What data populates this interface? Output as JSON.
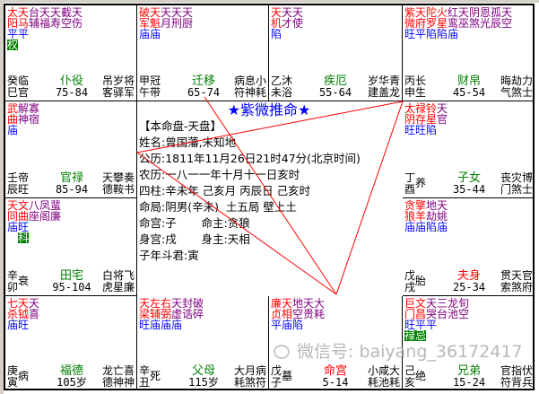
{
  "colors": {
    "main_star": "#ff0000",
    "minor_star": "#800080",
    "brightness": "#0000ff",
    "palace_name": "#008000",
    "palace_name_special": "#ff0000",
    "sihua_bg": "#008000",
    "lines": "#ff0000",
    "title": "#0000ff"
  },
  "palaces": [
    {
      "id": "si",
      "stars": [
        {
          "name": "太阳",
          "type": "main",
          "bright": "平",
          "hua": "权"
        },
        {
          "name": "天马",
          "type": "main",
          "bright": "平"
        },
        {
          "name": "台辅",
          "type": "minor"
        },
        {
          "name": "天福",
          "type": "minor"
        },
        {
          "name": "天寿",
          "type": "minor"
        },
        {
          "name": "截空",
          "type": "minor"
        },
        {
          "name": "天伤",
          "type": "minor"
        }
      ],
      "stem": "癸",
      "branch": "巳",
      "changsheng": "临官",
      "palace": "仆役",
      "special": false,
      "age": "75-84",
      "gods": [
        "吊客",
        "岁驿",
        "将军"
      ]
    },
    {
      "id": "wu",
      "stars": [
        {
          "name": "破军",
          "type": "main",
          "bright": "庙"
        },
        {
          "name": "天魁",
          "type": "main",
          "bright": "庙"
        },
        {
          "name": "天月",
          "type": "minor"
        },
        {
          "name": "天刑",
          "type": "minor"
        },
        {
          "name": "天厨",
          "type": "minor"
        }
      ],
      "stem": "甲",
      "branch": "午",
      "changsheng": "冠带",
      "palace": "迁移",
      "special": false,
      "age": "65-74",
      "gods": [
        "病符",
        "息神",
        "小耗"
      ]
    },
    {
      "id": "wei",
      "stars": [
        {
          "name": "天机",
          "type": "main",
          "bright": "陷"
        },
        {
          "name": "天才",
          "type": "minor"
        },
        {
          "name": "天使",
          "type": "minor"
        }
      ],
      "stem": "乙",
      "branch": "未",
      "changsheng": "沐浴",
      "palace": "疾厄",
      "special": false,
      "age": "55-64",
      "gods": [
        "岁建",
        "华盖",
        "青龙"
      ]
    },
    {
      "id": "shen",
      "stars": [
        {
          "name": "紫微",
          "type": "main",
          "bright": "旺"
        },
        {
          "name": "天府",
          "type": "main",
          "bright": "平"
        },
        {
          "name": "陀罗",
          "type": "main",
          "bright": "陷"
        },
        {
          "name": "火星",
          "type": "main",
          "bright": "陷"
        },
        {
          "name": "红鸾",
          "type": "minor",
          "bright": "庙"
        },
        {
          "name": "天巫",
          "type": "minor"
        },
        {
          "name": "阴煞",
          "type": "minor"
        },
        {
          "name": "恩光",
          "type": "minor"
        },
        {
          "name": "孤辰",
          "type": "minor"
        },
        {
          "name": "天空",
          "type": "minor"
        }
      ],
      "stem": "丙",
      "branch": "申",
      "changsheng": "长生",
      "palace": "财帛",
      "special": false,
      "age": "45-54",
      "gods": [
        "晦气",
        "劫煞",
        "力士"
      ]
    },
    {
      "id": "chen",
      "stars": [
        {
          "name": "武曲",
          "type": "main",
          "bright": "庙"
        },
        {
          "name": "解神",
          "type": "minor"
        },
        {
          "name": "寡宿",
          "type": "minor"
        }
      ],
      "stem": "壬",
      "branch": "辰",
      "changsheng": "帝旺",
      "palace": "官禄",
      "special": false,
      "age": "85-94",
      "gods": [
        "天德",
        "攀鞍",
        "奏书"
      ]
    },
    {
      "id": "you",
      "stars": [
        {
          "name": "太阴",
          "type": "main",
          "bright": "旺"
        },
        {
          "name": "禄存",
          "type": "main",
          "bright": "旺"
        },
        {
          "name": "铃星",
          "type": "main",
          "bright": "陷"
        },
        {
          "name": "天官",
          "type": "minor"
        }
      ],
      "stem": "丁",
      "branch": "酉",
      "changsheng": "养",
      "palace": "子女",
      "special": false,
      "age": "35-44",
      "gods": [
        "丧门",
        "灾煞",
        "博士"
      ]
    },
    {
      "id": "mao",
      "stars": [
        {
          "name": "天同",
          "type": "main",
          "bright": "庙"
        },
        {
          "name": "文曲",
          "type": "main",
          "bright": "旺",
          "hua": "科"
        },
        {
          "name": "八座",
          "type": "minor"
        },
        {
          "name": "凤阁",
          "type": "minor"
        },
        {
          "name": "蜚廉",
          "type": "minor"
        }
      ],
      "stem": "辛",
      "branch": "卯",
      "changsheng": "衰",
      "palace": "田宅",
      "special": false,
      "age": "95-104",
      "gods": [
        "白虎",
        "将星",
        "飞廉"
      ]
    },
    {
      "id": "xu",
      "stars": [
        {
          "name": "贪狼",
          "type": "main",
          "bright": "庙"
        },
        {
          "name": "擎羊",
          "type": "main",
          "bright": "庙"
        },
        {
          "name": "地劫",
          "type": "minor",
          "bright": "陷"
        },
        {
          "name": "天姚",
          "type": "minor",
          "bright": "庙"
        }
      ],
      "stem": "戊",
      "branch": "戌",
      "changsheng": "胎",
      "palace": "夫身",
      "special": true,
      "age": "25-34",
      "gods": [
        "贯索",
        "天煞",
        "官府"
      ]
    },
    {
      "id": "yin",
      "stars": [
        {
          "name": "七杀",
          "type": "main",
          "bright": "庙"
        },
        {
          "name": "天钺",
          "type": "main",
          "bright": "旺"
        },
        {
          "name": "天喜",
          "type": "minor"
        }
      ],
      "stem": "庚",
      "branch": "寅",
      "changsheng": "病",
      "palace": "福德",
      "special": false,
      "age": "105岁",
      "gods": [
        "龙德",
        "亡神",
        "喜神"
      ]
    },
    {
      "id": "chou",
      "stars": [
        {
          "name": "天梁",
          "type": "main",
          "bright": "旺"
        },
        {
          "name": "左辅",
          "type": "main",
          "bright": "庙"
        },
        {
          "name": "右弼",
          "type": "main",
          "bright": "庙"
        },
        {
          "name": "天虚",
          "type": "minor",
          "bright": "庙"
        },
        {
          "name": "封诰",
          "type": "minor"
        },
        {
          "name": "破碎",
          "type": "minor"
        }
      ],
      "stem": "辛",
      "branch": "丑",
      "changsheng": "死",
      "palace": "父母",
      "special": false,
      "age": "115岁",
      "gods": [
        "大耗",
        "月煞",
        "病符"
      ]
    },
    {
      "id": "zi",
      "stars": [
        {
          "name": "廉贞",
          "type": "main",
          "bright": "平"
        },
        {
          "name": "天相",
          "type": "main",
          "bright": "庙"
        },
        {
          "name": "地空",
          "type": "minor",
          "bright": "陷"
        },
        {
          "name": "天贵",
          "type": "minor"
        },
        {
          "name": "大耗",
          "type": "minor"
        }
      ],
      "stem": "戊",
      "branch": "子",
      "changsheng": "墓",
      "palace": "命宫",
      "special": true,
      "age": "5-14",
      "gods": [
        "小耗",
        "咸池",
        "大耗"
      ]
    },
    {
      "id": "hai",
      "stars": [
        {
          "name": "巨门",
          "type": "main",
          "bright": "旺",
          "hua": "禄"
        },
        {
          "name": "文昌",
          "type": "main",
          "bright": "平",
          "hua": "忌"
        },
        {
          "name": "天哭",
          "type": "minor",
          "bright": "平"
        },
        {
          "name": "三台",
          "type": "minor"
        },
        {
          "name": "龙池",
          "type": "minor"
        },
        {
          "name": "旬空",
          "type": "minor"
        }
      ],
      "stem": "己",
      "branch": "亥",
      "changsheng": "绝",
      "palace": "兄弟",
      "special": false,
      "age": "15-24",
      "gods": [
        "官符",
        "指背",
        "伏兵"
      ]
    }
  ],
  "center": {
    "title": "★紫微推命★",
    "lines": [
      "【本命盘-天盘】",
      "姓名:曾国藩,未知地",
      "公历:1811年11月26日21时47分(北京时间)",
      "农历:一八一一年十月十一日亥时",
      "四柱:辛未年 己亥月 丙辰日 己亥时",
      "命局:阴男(辛未)  土五局 壁上土",
      "命宫:子       命主:贪狼",
      "身宫:戌       身主:天相",
      "子年斗君:寅"
    ]
  },
  "watermark": {
    "text": "微信号: baiyang_36172417"
  }
}
